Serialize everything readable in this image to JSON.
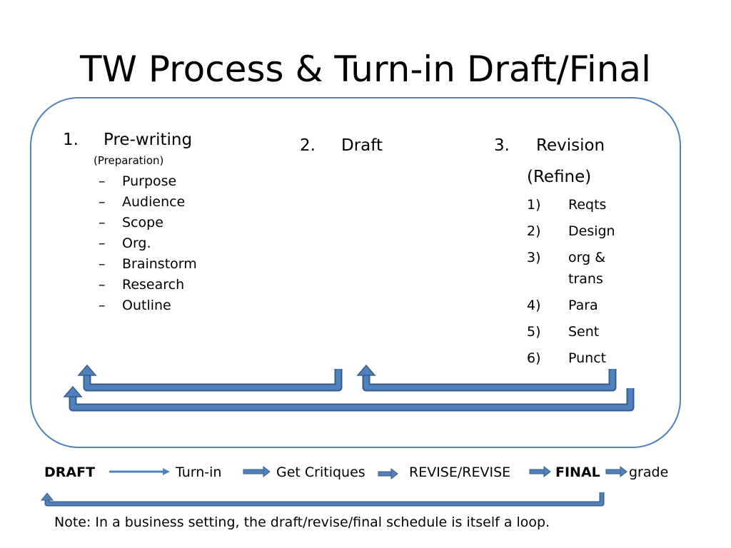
{
  "title": "TW Process & Turn-in Draft/Final",
  "steps": {
    "prewriting": {
      "number": "1.",
      "label": "Pre-writing",
      "sub": "(Preparation)",
      "marker": "–",
      "items": [
        "Purpose",
        "Audience",
        "Scope",
        "Org.",
        "Brainstorm",
        "Research",
        "Outline"
      ]
    },
    "draft": {
      "number": "2.",
      "label": "Draft"
    },
    "revision": {
      "number": "3.",
      "label": "Revision",
      "sub": "(Refine)",
      "items": [
        {
          "num": "1)",
          "line1": "Reqts",
          "line2": ""
        },
        {
          "num": "2)",
          "line1": "Design",
          "line2": ""
        },
        {
          "num": "3)",
          "line1": "org &",
          "line2": "trans"
        },
        {
          "num": "4)",
          "line1": "Para",
          "line2": ""
        },
        {
          "num": "5)",
          "line1": "Sent",
          "line2": ""
        },
        {
          "num": "6)",
          "line1": "Punct",
          "line2": ""
        }
      ]
    }
  },
  "workflow": {
    "draft": "DRAFT",
    "turnin": "Turn-in",
    "critiques": "Get Critiques",
    "revise": "REVISE/REVISE",
    "final": "FINAL",
    "grade": "grade"
  },
  "note": "Note: In a business setting, the draft/revise/final schedule is itself a loop.",
  "colors": {
    "outline": "#4f81bd",
    "arrow_fill": "#4f81bd",
    "arrow_edge": "#385d8a",
    "arrow_highlight": "#a7c0de"
  }
}
